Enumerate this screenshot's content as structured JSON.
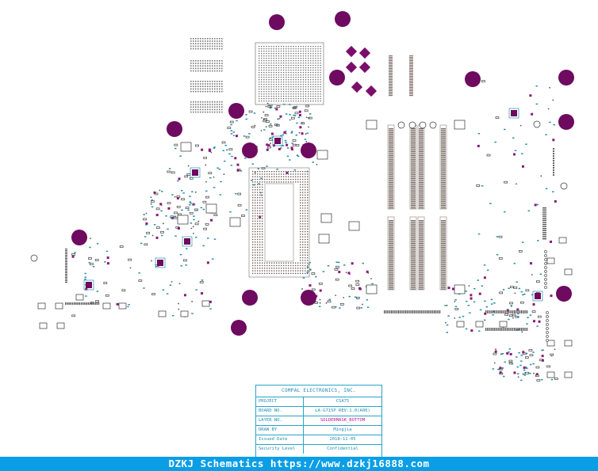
{
  "title_block": {
    "company": "COMPAL ELECTRONICS, INC.",
    "rows": [
      {
        "key": "PROJECT",
        "value": "CSA75"
      },
      {
        "key": "BOARD NO.",
        "value": "LA-G715P REV:1.0(A00)"
      },
      {
        "key": "LAYER NO.",
        "value": "SOLDERMASK_BOTTOM"
      },
      {
        "key": "DRAW BY",
        "value": "Mingjia"
      },
      {
        "key": "Issued Date",
        "value": "2018-11-05"
      },
      {
        "key": "Security Level",
        "value": "Confidential"
      }
    ]
  },
  "footer": {
    "text": "DZKJ Schematics https://www.dzkj16888.com"
  },
  "colors": {
    "pad_purple": "#6e0a5f",
    "trace_teal": "#2a8fa8",
    "pad_gray": "#7d6f6a",
    "footer_blue": "#0a9ee6"
  }
}
